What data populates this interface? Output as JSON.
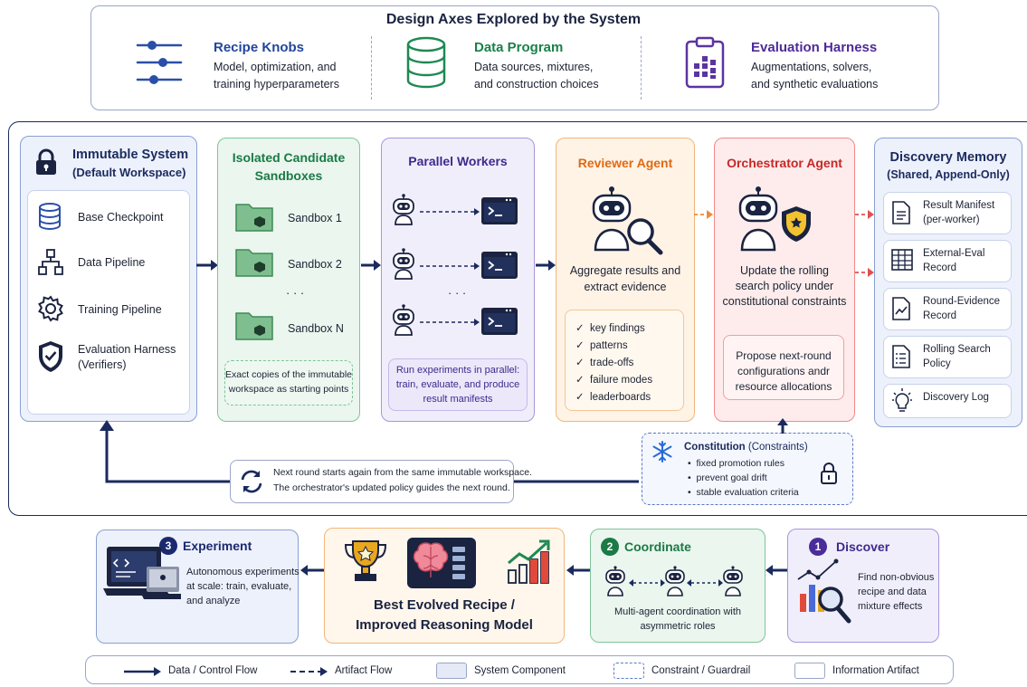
{
  "axes": {
    "title": "Design Axes Explored by the System",
    "items": [
      {
        "title": "Recipe Knobs",
        "desc_1": "Model, optimization, and",
        "desc_2": "training hyperparameters",
        "icon": "sliders-icon",
        "color": "#23459c"
      },
      {
        "title": "Data Program",
        "desc_1": "Data sources, mixtures,",
        "desc_2": "and construction choices",
        "icon": "database-icon",
        "color": "#1b8049"
      },
      {
        "title": "Evaluation Harness",
        "desc_1": "Augmentations, solvers,",
        "desc_2": "and synthetic evaluations",
        "icon": "clipboard-chart-icon",
        "color": "#4d2b98"
      }
    ]
  },
  "immutable": {
    "title": "Immutable System",
    "subtitle": "(Default Workspace)",
    "items": [
      "Base Checkpoint",
      "Data Pipeline",
      "Training Pipeline",
      "Evaluation Harness",
      "(Verifiers)"
    ]
  },
  "sandboxes": {
    "title_1": "Isolated Candidate",
    "title_2": "Sandboxes",
    "items": [
      "Sandbox 1",
      "Sandbox 2",
      "Sandbox N"
    ],
    "ellipsis": "· · ·",
    "note_1": "Exact copies of the immutable",
    "note_2": "workspace as starting points"
  },
  "workers": {
    "title": "Parallel Workers",
    "ellipsis": "· · ·",
    "note_1": "Run experiments in parallel:",
    "note_2": "train, evaluate, and produce",
    "note_3": "result manifests"
  },
  "reviewer": {
    "title": "Reviewer Agent",
    "desc_1": "Aggregate results and",
    "desc_2": "extract evidence",
    "findings": [
      "key findings",
      "patterns",
      "trade-offs",
      "failure modes",
      "leaderboards"
    ]
  },
  "orchestrator": {
    "title": "Orchestrator Agent",
    "desc_1": "Update the rolling",
    "desc_2": "search policy under",
    "desc_3": "constitutional constraints",
    "proposal_1": "Propose next-round",
    "proposal_2": "configurations andr",
    "proposal_3": "resource allocations"
  },
  "memory": {
    "title": "Discovery Memory",
    "subtitle": "(Shared, Append-Only)",
    "items": [
      {
        "line_1": "Result Manifest",
        "line_2": "(per-worker)",
        "icon": "document-icon"
      },
      {
        "line_1": "External-Eval",
        "line_2": "Record",
        "icon": "table-icon"
      },
      {
        "line_1": "Round-Evidence",
        "line_2": "Record",
        "icon": "document-chart-icon"
      },
      {
        "line_1": "Rolling Search",
        "line_2": "Policy",
        "icon": "checklist-icon"
      },
      {
        "line_1": "Discovery Log",
        "icon": "lightbulb-icon"
      }
    ]
  },
  "loop": {
    "note_1": "Next round starts again from the same immutable workspace.",
    "note_2": "The orchestrator's updated policy guides the next round."
  },
  "constitution": {
    "title": "Constitution",
    "title_suffix": "(Constraints)",
    "items": [
      "fixed promotion rules",
      "prevent goal drift",
      "stable evaluation criteria"
    ]
  },
  "bottom": {
    "experiment": {
      "step": "3",
      "title": "Experiment",
      "desc_1": "Autonomous experiments",
      "desc_2": "at scale: train, evaluate,",
      "desc_3": "and analyze"
    },
    "best_recipe": {
      "title_1": "Best Evolved Recipe /",
      "title_2": "Improved Reasoning Model"
    },
    "coordinate": {
      "step": "2",
      "title": "Coordinate",
      "desc_1": "Multi-agent coordination with",
      "desc_2": "asymmetric roles"
    },
    "discover": {
      "step": "1",
      "title": "Discover",
      "desc_1": "Find non-obvious",
      "desc_2": "recipe and data",
      "desc_3": "mixture effects"
    }
  },
  "legend": [
    "Data / Control Flow",
    "Artifact Flow",
    "System Component",
    "Constraint / Guardrail",
    "Information Artifact"
  ],
  "colors": {
    "navy": "#1a2a5e",
    "green": "#1b7a45",
    "purple": "#3d2a8c",
    "orange": "#e06a12",
    "red": "#c62828"
  }
}
